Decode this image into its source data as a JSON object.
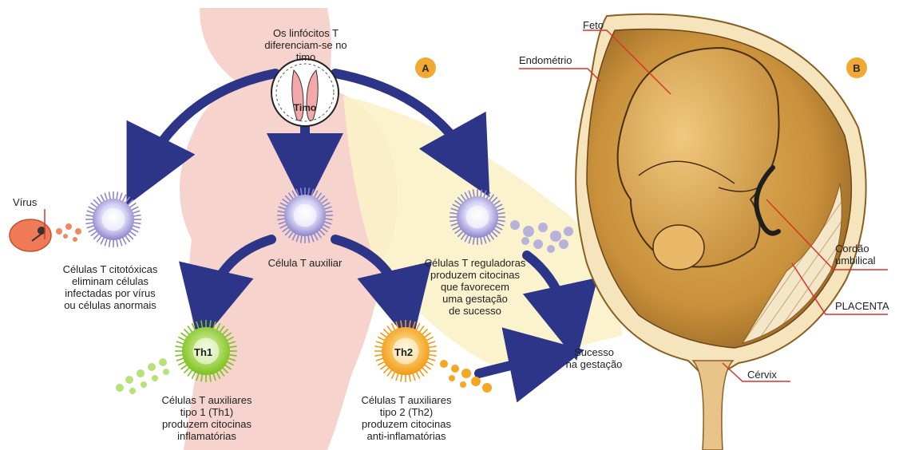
{
  "panel_a": {
    "badge": "A",
    "thymus_note": "Os linfócitos T\ndiferenciam-se no timo",
    "thymus_label": "Timo",
    "virus_label": "Vírus",
    "cytotoxic_text": "Células T citotóxicas\neliminam células\ninfectadas por vírus\nou células anormais",
    "helper_text": "Célula T auxiliar",
    "regulatory_text": "Células T reguladoras\nproduzem citocinas\nque favorecem\numa gestação\nde sucesso",
    "th1_tag": "Th1",
    "th1_text": "Células T auxiliares\ntipo 1 (Th1)\nproduzem citocinas\ninflamatórias",
    "th2_tag": "Th2",
    "th2_text": "Células T auxiliares\ntipo 2 (Th2)\nproduzem citocinas\nanti-inflamatórias",
    "success_text": "Sucesso\nna gestação"
  },
  "panel_b": {
    "badge": "B",
    "feto": "Feto",
    "endometrio": "Endométrio",
    "cordao": "Cordão\numbilical",
    "placenta": "PLACENTA",
    "cervix": "Cérvix"
  },
  "colors": {
    "arrow": "#2d3589",
    "body": "#f2c7c0",
    "th1": "#8fcf3a",
    "th2": "#f4a81f",
    "tcell": "#c9c5ee",
    "leader": "#d9342b",
    "badge": "#f2a934",
    "uterus": "#c58f3d"
  }
}
